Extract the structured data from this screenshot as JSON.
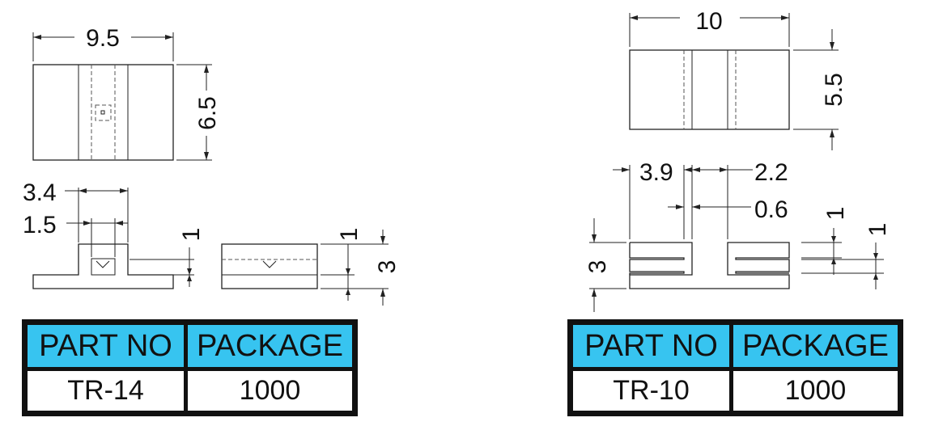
{
  "left_part": {
    "dims": {
      "width": "9.5",
      "height": "6.5",
      "flange": "3.4",
      "slot": "1.5",
      "thickness": "1",
      "total_height": "3"
    },
    "table": {
      "col1_header": "PART NO",
      "col2_header": "PACKAGE",
      "part_no": "TR-14",
      "package": "1000"
    }
  },
  "right_part": {
    "dims": {
      "width": "10",
      "height": "5.5",
      "left_offset": "3.9",
      "web": "2.2",
      "gap": "0.6",
      "thickness_a": "1",
      "thickness_b": "1",
      "total_height": "3"
    },
    "table": {
      "col1_header": "PART NO",
      "col2_header": "PACKAGE",
      "part_no": "TR-10",
      "package": "1000"
    }
  },
  "colors": {
    "header_fill": "#37c4f0",
    "border": "#111111",
    "line": "#222222"
  }
}
